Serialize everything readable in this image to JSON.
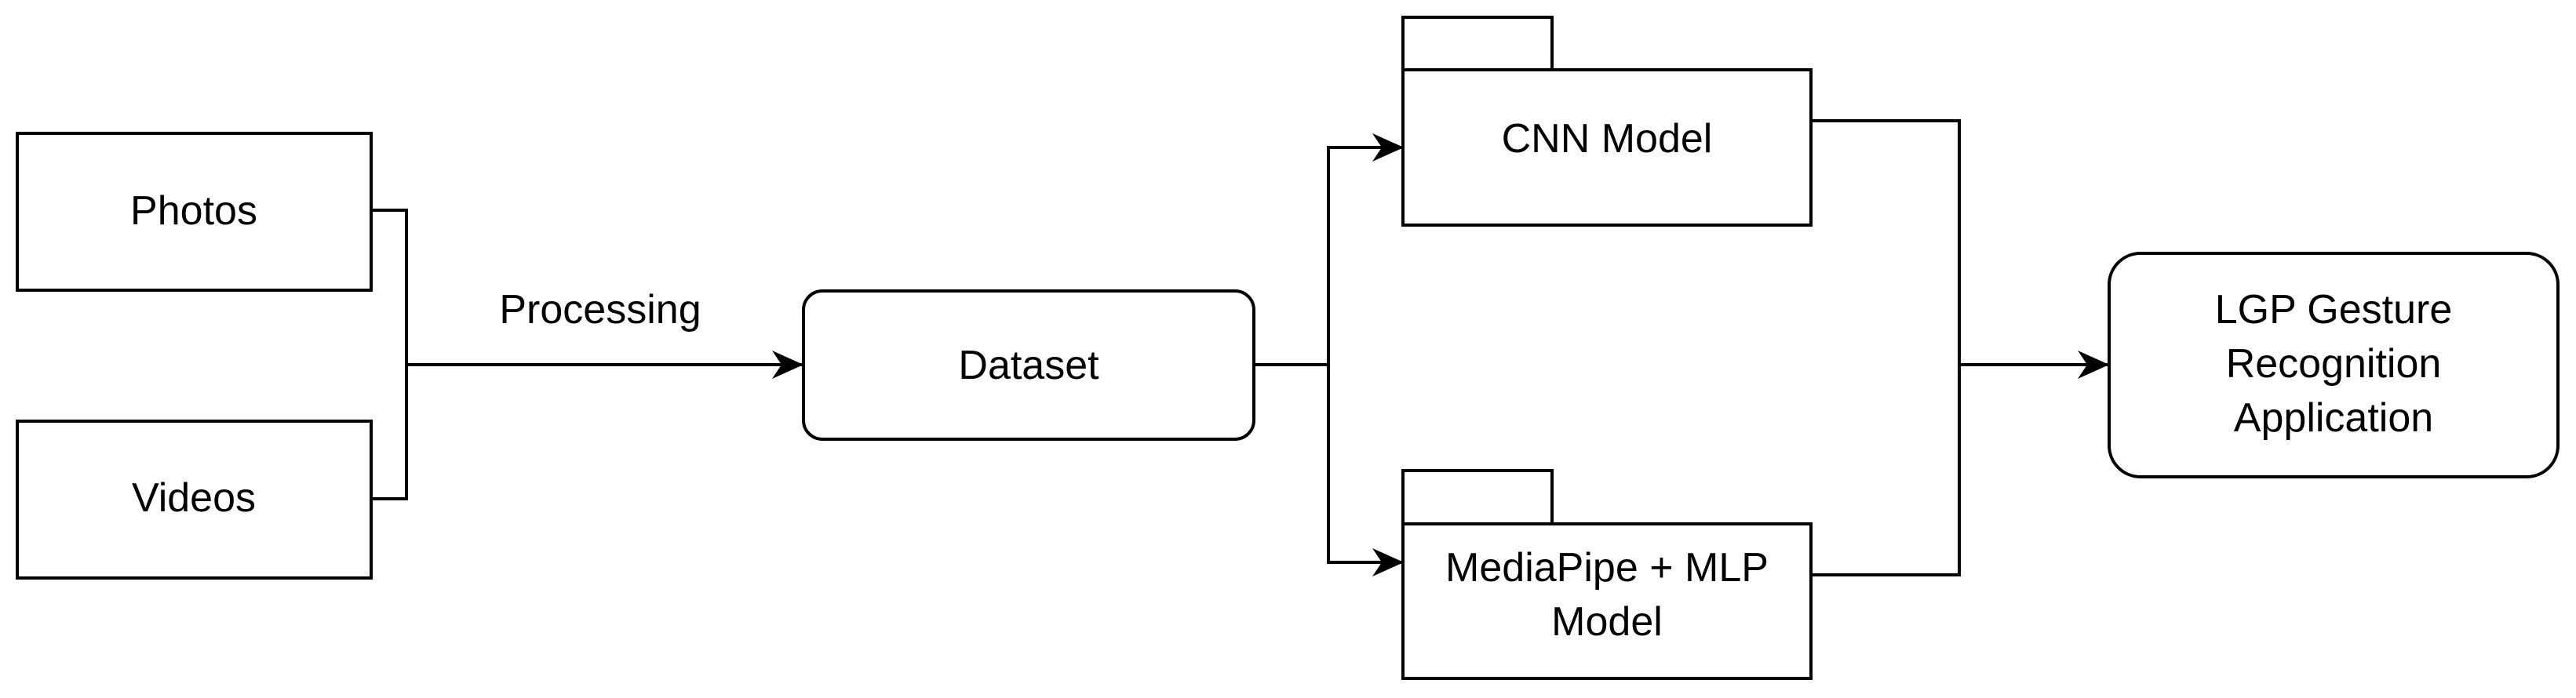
{
  "nodes": {
    "photos": "Photos",
    "videos": "Videos",
    "dataset": "Dataset",
    "cnn": "CNN Model",
    "mediapipe": [
      "MediaPipe + MLP",
      "Model"
    ],
    "app": [
      "LGP Gesture",
      "Recognition",
      "Application"
    ]
  },
  "edges": {
    "processing_label": "Processing"
  }
}
